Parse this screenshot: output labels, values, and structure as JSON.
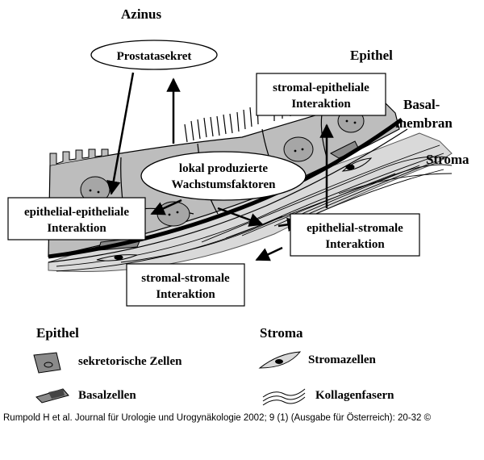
{
  "labels": {
    "azinus": "Azinus",
    "prostatasekret": "Prostatasekret",
    "epithel": "Epithel",
    "basal_line1": "Basal-",
    "basal_line2": "membran",
    "stroma": "Stroma",
    "wachstum_line1": "lokal produzierte",
    "wachstum_line2": "Wachstumsfaktoren"
  },
  "interactions": {
    "stromal_epithelial": [
      "stromal-epitheliale",
      "Interaktion"
    ],
    "epithelial_epithelial": [
      "epithelial-epitheliale",
      "Interaktion"
    ],
    "epithelial_stromal": [
      "epithelial-stromale",
      "Interaktion"
    ],
    "stromal_stromal": [
      "stromal-stromale",
      "Interaktion"
    ]
  },
  "legend": {
    "epithel_heading": "Epithel",
    "stroma_heading": "Stroma",
    "sekretorische": "sekretorische Zellen",
    "basalzellen": "Basalzellen",
    "stromazellen": "Stromazellen",
    "kollagenfasern": "Kollagenfasern"
  },
  "citation": "Rumpold H et al. Journal für Urologie und Urogynäkologie 2002; 9 (1) (Ausgabe für Österreich): 20-32 ©",
  "colors": {
    "cell_fill": "#bdbdbd",
    "cell_dark": "#8a8a8a",
    "nucleus": "#a6a6a6",
    "membrane": "#000000",
    "stroma_fill": "#d9d9d9"
  }
}
